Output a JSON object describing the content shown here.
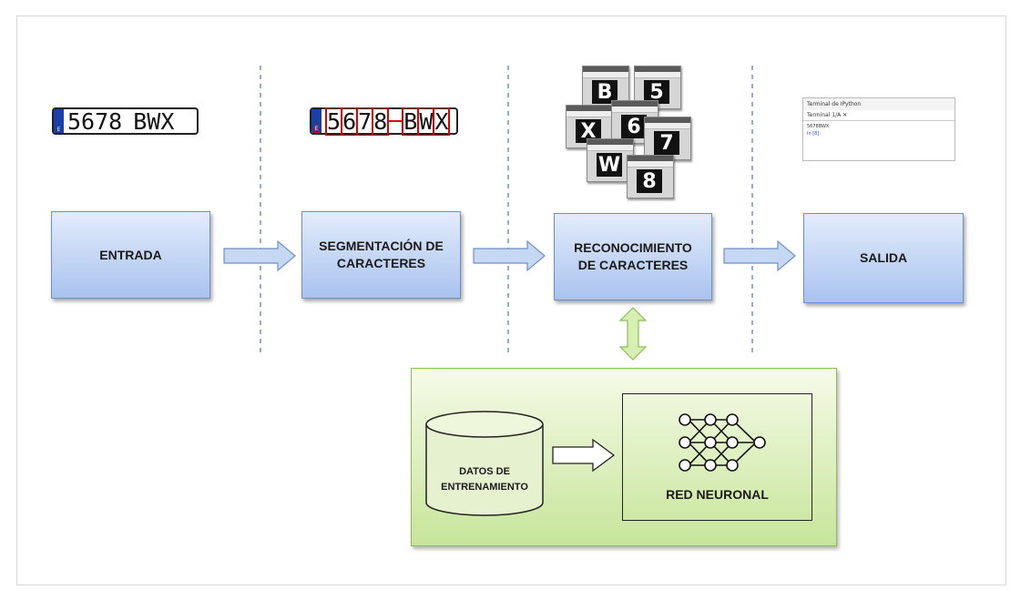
{
  "stages": {
    "entrada": "ENTRADA",
    "segmentacion_l1": "SEGMENTACIÓN DE",
    "segmentacion_l2": "CARACTERES",
    "reconocimiento_l1": "RECONOCIMIENTO",
    "reconocimiento_l2": "DE CARACTERES",
    "salida": "SALIDA"
  },
  "plates": {
    "country": "E",
    "number": "5678",
    "letters": "BWX"
  },
  "characters": [
    "B",
    "5",
    "X",
    "6",
    "7",
    "W",
    "8"
  ],
  "terminal": {
    "title": "Terminal de IPython",
    "tab": "Terminal 1/A",
    "line1": "5678BWX",
    "line2": "In [8]:"
  },
  "training": {
    "datos_l1": "DATOS DE",
    "datos_l2": "ENTRENAMIENTO",
    "red_neuronal": "RED NEURONAL"
  },
  "colors": {
    "stage_box": "#a9c3ef",
    "training_box": "#c7e59a",
    "arrow_fill": "#c7d8f5",
    "segment_outline": "#e00000"
  }
}
